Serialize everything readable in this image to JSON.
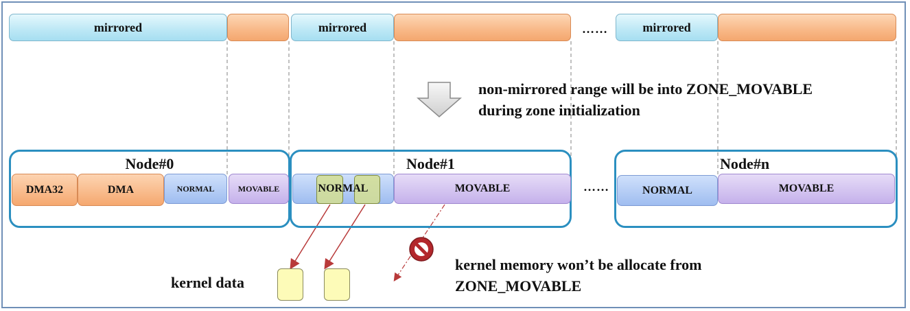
{
  "top_bar": {
    "mirrored_labels": [
      "mirrored",
      "mirrored",
      "mirrored"
    ],
    "ellipsis": "……"
  },
  "annotation": {
    "line1": "non-mirrored range will be into ZONE_MOVABLE",
    "line2": "during zone initialization"
  },
  "nodes": [
    {
      "title": "Node#0",
      "zones": [
        "DMA32",
        "DMA",
        "NORMAL",
        "MOVABLE"
      ]
    },
    {
      "title": "Node#1",
      "zones": [
        "NORMAL",
        "MOVABLE"
      ]
    },
    {
      "title": "Node#n",
      "zones": [
        "NORMAL",
        "MOVABLE"
      ]
    }
  ],
  "node_ellipsis": "……",
  "kernel_data_label": "kernel data",
  "note": {
    "line1": "kernel memory won’t be allocate from",
    "line2": "ZONE_MOVABLE"
  },
  "icons": [
    "down-arrow-icon",
    "no-entry-icon"
  ],
  "colors": {
    "mirrored": "#bfe9f6",
    "non_mirrored": "#f8b887",
    "normal_zone": "#9fbdf0",
    "movable_zone": "#c5b1eb",
    "node_border": "#2b8fc0",
    "arrow": "#b83a3a"
  }
}
